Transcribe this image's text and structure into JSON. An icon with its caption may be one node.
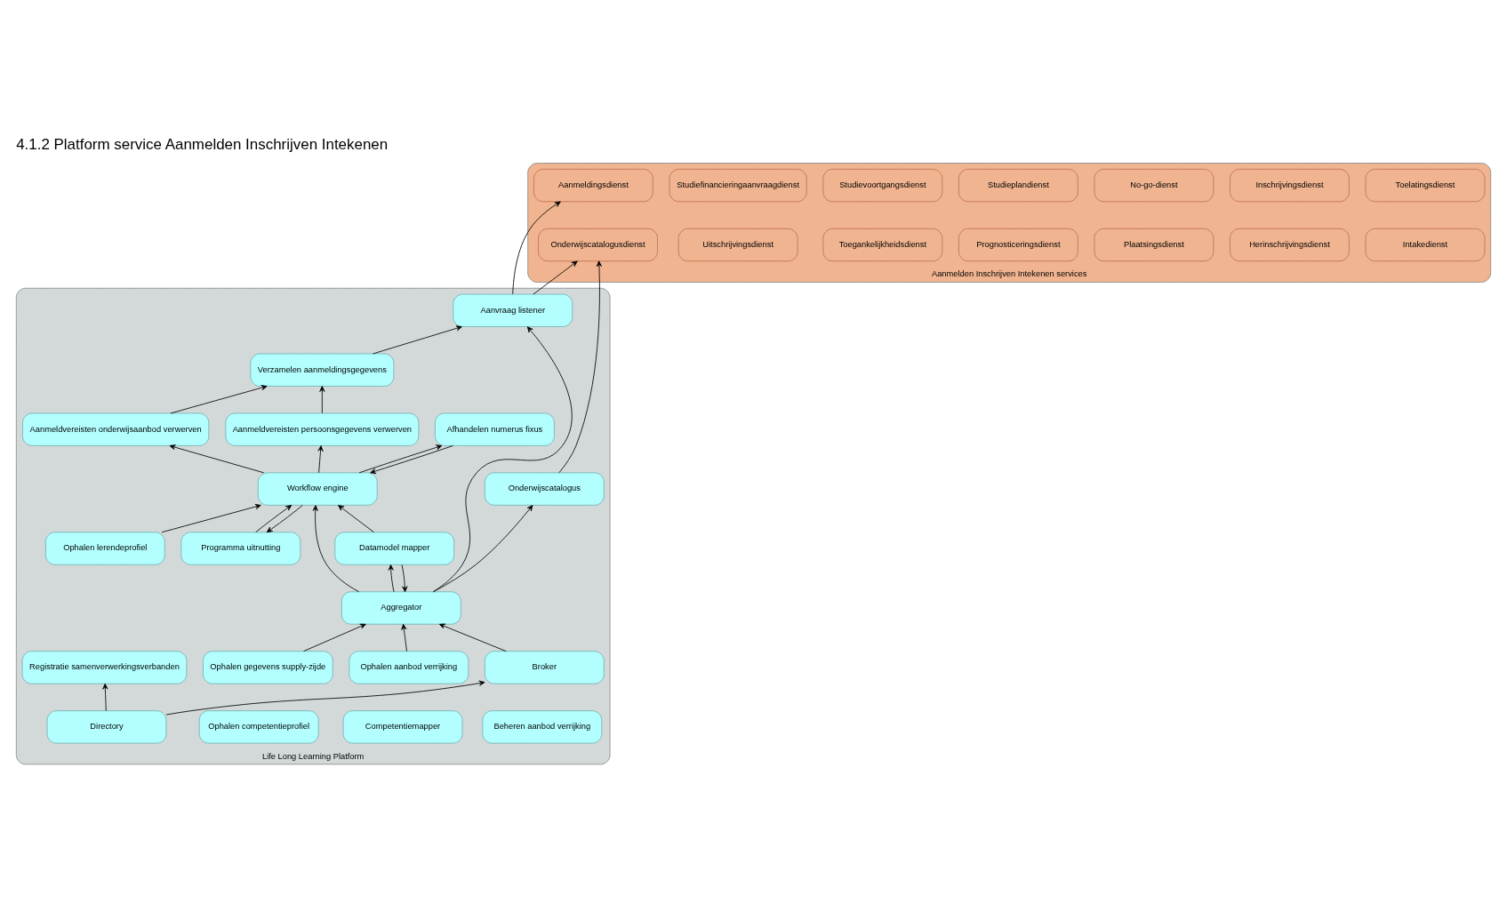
{
  "diagram": {
    "title": "4.1.2 Platform service Aanmelden Inschrijven Intekenen",
    "nodes": [
      {
        "text": [
          "Aanmelden Inschrijven Intekenen services"
        ]
      },
      {
        "text": [
          "Aanmeldingsdienst"
        ],
        "in": 0
      },
      {
        "text": [
          "Toelatingsdienst"
        ],
        "in": 0
      },
      {
        "text": [
          "Inschrijvingsdienst"
        ],
        "in": 0
      },
      {
        "text": [
          "No-go-dienst"
        ],
        "in": 0
      },
      {
        "text": [
          "Studieplandienst"
        ],
        "in": 0
      },
      {
        "text": [
          "Studievoortgangsdienst"
        ],
        "in": 0
      },
      {
        "text": [
          "Studiefinancieringaanvraagdienst"
        ],
        "in": 0
      },
      {
        "text": [
          "Onderwijscatalogusdienst"
        ],
        "in": 0
      },
      {
        "text": [
          "Intakedienst"
        ],
        "in": 0
      },
      {
        "text": [
          "Herinschrijvingsdienst"
        ],
        "in": 0
      },
      {
        "text": [
          "Plaatsingsdienst"
        ],
        "in": 0
      },
      {
        "text": [
          "Prognosticeringsdienst"
        ],
        "in": 0
      },
      {
        "text": [
          "Toegankelijkheidsdienst"
        ],
        "in": 0
      },
      {
        "text": [
          "Uitschrijvingsdienst"
        ],
        "in": 0
      },
      {
        "text": [
          "Life Long Learning Platform"
        ]
      },
      {
        "text": [
          "Onderwijscatalogus"
        ],
        "in": 15
      },
      {
        "text": [
          "Aanvraag listener"
        ],
        "in": 15
      },
      {
        "text": [
          "Aanmeldvereisten onderwijsaanbod verwerven"
        ],
        "in": 15
      },
      {
        "text": [
          "Aanmeldvereisten persoonsgegevens verwerven"
        ],
        "in": 15
      },
      {
        "text": [
          "Verzamelen aanmeldingsgegevens"
        ],
        "in": 15
      },
      {
        "text": [
          "Beheren aanbod verrijking"
        ],
        "in": 15
      },
      {
        "text": [
          "Competentiemapper"
        ],
        "in": 15
      },
      {
        "text": [
          "Programma uitnutting"
        ],
        "in": 15
      },
      {
        "text": [
          "Registratie samenverwerkingsverbanden"
        ],
        "in": 15
      },
      {
        "text": [
          "Workflow engine"
        ],
        "in": 15
      },
      {
        "text": [
          "Aggregator"
        ],
        "in": 15
      },
      {
        "text": [
          "Ophalen aanbod verrijking"
        ],
        "in": 15
      },
      {
        "text": [
          "Afhandelen numerus fixus"
        ],
        "in": 15
      },
      {
        "text": [
          "Ophalen gegevens supply-zijde"
        ],
        "in": 15
      },
      {
        "text": [
          "Ophalen competentieprofiel"
        ],
        "in": 15
      },
      {
        "text": [
          "Ophalen lerendeprofiel"
        ],
        "in": 15
      },
      {
        "text": [
          "Datamodel mapper"
        ],
        "in": 15
      },
      {
        "text": [
          "Broker"
        ],
        "in": 15
      },
      {
        "text": [
          "Directory"
        ],
        "in": 15
      }
    ],
    "edges": [
      {
        "from": 16,
        "to": 8,
        "arrow": "to"
      },
      {
        "from": 17,
        "to": 1,
        "arrow": "to"
      },
      {
        "from": 17,
        "to": 8,
        "arrow": "to"
      },
      {
        "from": 26,
        "to": 16,
        "arrow": "to"
      },
      {
        "from": 25,
        "to": 18,
        "arrow": "to"
      },
      {
        "from": 25,
        "to": 19,
        "arrow": "to"
      },
      {
        "from": 18,
        "to": 20,
        "arrow": "to"
      },
      {
        "from": 19,
        "to": 20,
        "arrow": "to"
      },
      {
        "from": 20,
        "to": 17,
        "arrow": "to"
      },
      {
        "from": 26,
        "to": 17,
        "arrow": "to"
      },
      {
        "from": 26,
        "to": 25,
        "arrow": "to"
      },
      {
        "from": 25,
        "to": 23,
        "arrow": "to"
      },
      {
        "from": 23,
        "to": 25,
        "arrow": "to"
      },
      {
        "from": 25,
        "to": 28,
        "arrow": "to"
      },
      {
        "from": 28,
        "to": 25,
        "arrow": "to"
      },
      {
        "from": 31,
        "to": 25,
        "arrow": "to"
      },
      {
        "from": 32,
        "to": 25,
        "arrow": "to"
      },
      {
        "from": 26,
        "to": 32,
        "arrow": "to"
      },
      {
        "from": 32,
        "to": 26,
        "arrow": "to"
      },
      {
        "from": 27,
        "to": 26,
        "arrow": "to"
      },
      {
        "from": 29,
        "to": 26,
        "arrow": "to"
      },
      {
        "from": 33,
        "to": 26,
        "arrow": "to"
      },
      {
        "from": 34,
        "to": 33,
        "arrow": "to"
      },
      {
        "from": 34,
        "to": 24,
        "arrow": "to"
      }
    ]
  }
}
